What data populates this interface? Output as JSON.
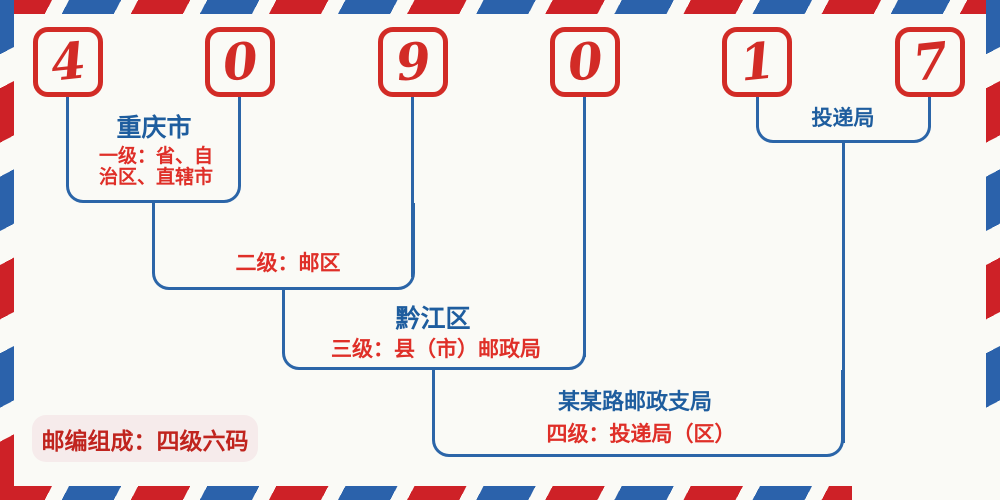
{
  "postal_code": {
    "value": "409017",
    "digits": [
      "4",
      "0",
      "9",
      "0",
      "1",
      "7"
    ]
  },
  "labels": {
    "level1_place": "重庆市",
    "level1_desc": "一级：省、自\n治区、直辖市",
    "level2_desc": "二级：邮区",
    "level3_place": "黔江区",
    "level3_desc": "三级：县（市）邮政局",
    "level4_place": "某某路邮政支局",
    "level4_desc": "四级：投递局（区）",
    "delivery_office": "投递局",
    "badge": "邮编组成：四级六码"
  },
  "colors": {
    "stripe_red": "#ce2127",
    "stripe_blue": "#2b62ab",
    "digit_red": "#d22b26",
    "line_blue": "#2b65a8",
    "text_blue": "#1e5d9e",
    "text_red": "#df2f28",
    "badge_bg": "#f6ebeb",
    "badge_text": "#c0241e",
    "background": "#fafaf6"
  }
}
